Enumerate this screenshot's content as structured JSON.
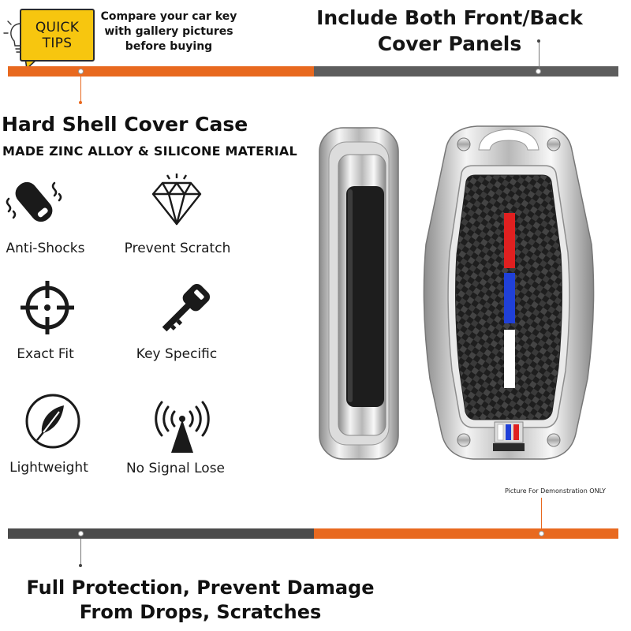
{
  "quick_tips": {
    "badge_line1": "QUICK",
    "badge_line2": "TIPS",
    "text_line1": "Compare your car key",
    "text_line2": "with gallery pictures",
    "text_line3": "before buying"
  },
  "header": {
    "line1": "Include Both Front/Back",
    "line2": "Cover Panels"
  },
  "left": {
    "title": "Hard Shell Cover Case",
    "material": "MADE ZINC ALLOY & SILICONE MATERIAL"
  },
  "features": [
    {
      "label": "Anti-Shocks",
      "icon": "shock-key-icon"
    },
    {
      "label": "Prevent Scratch",
      "icon": "diamond-icon"
    },
    {
      "label": "Exact Fit",
      "icon": "crosshair-icon"
    },
    {
      "label": "Key Specific",
      "icon": "key-icon"
    },
    {
      "label": "Lightweight",
      "icon": "feather-icon"
    },
    {
      "label": "No Signal Lose",
      "icon": "signal-icon"
    }
  ],
  "demo_note": "Picture For Demonstration ONLY",
  "bottom": {
    "line1": "Full Protection, Prevent Damage",
    "line2": "From Drops, Scratches"
  },
  "colors": {
    "orange": "#e8691f",
    "gray": "#5d5d5d",
    "badge_yellow": "#f7c60f",
    "stripe_red": "#e02020",
    "stripe_blue": "#2040d8",
    "stripe_white": "#ffffff"
  }
}
